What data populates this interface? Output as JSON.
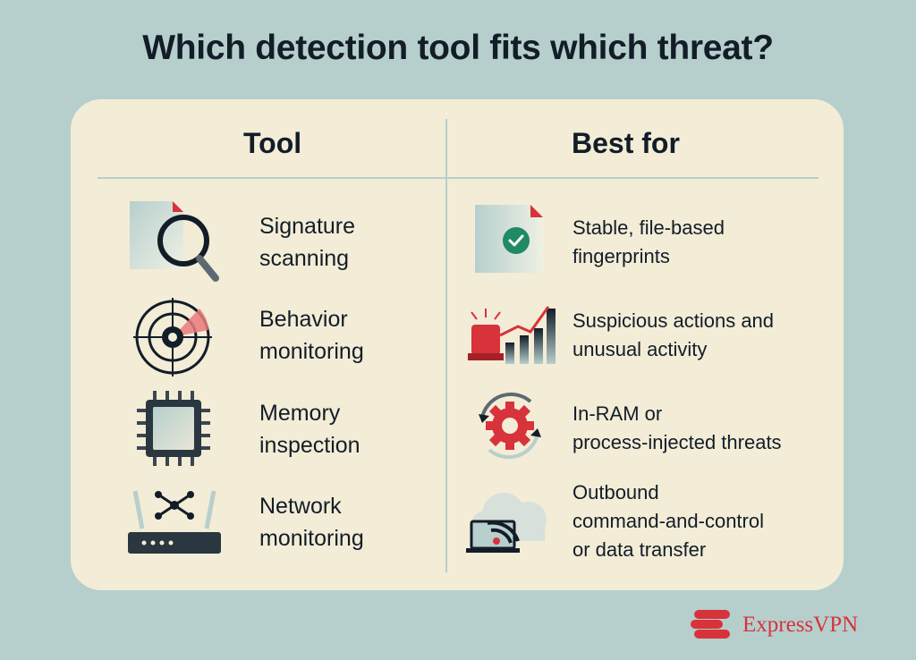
{
  "title": "Which detection tool fits which threat?",
  "headers": {
    "tool": "Tool",
    "best_for": "Best for"
  },
  "rows": [
    {
      "tool": [
        "Signature",
        "scanning"
      ],
      "best_for": [
        "Stable, file-based",
        "fingerprints"
      ],
      "tool_icon": "magnifier-document-icon",
      "best_icon": "verified-document-icon"
    },
    {
      "tool": [
        "Behavior",
        "monitoring"
      ],
      "best_for": [
        "Suspicious actions and",
        "unusual activity"
      ],
      "tool_icon": "radar-target-icon",
      "best_icon": "alarm-chart-icon"
    },
    {
      "tool": [
        "Memory",
        "inspection"
      ],
      "best_for": [
        "In-RAM or",
        "process-injected threats"
      ],
      "tool_icon": "memory-chip-icon",
      "best_icon": "refresh-gear-icon"
    },
    {
      "tool": [
        "Network",
        "monitoring"
      ],
      "best_for": [
        "Outbound",
        "command-and-control",
        "or data transfer"
      ],
      "tool_icon": "network-router-icon",
      "best_icon": "cloud-laptop-wifi-icon"
    }
  ],
  "brand": {
    "name": "ExpressVPN",
    "icon": "expressvpn-logo-icon"
  },
  "colors": {
    "background": "#b6cfcd",
    "card": "#f3ecd6",
    "accent": "#d8323a",
    "ink": "#121d28",
    "check": "#1f8a63"
  }
}
